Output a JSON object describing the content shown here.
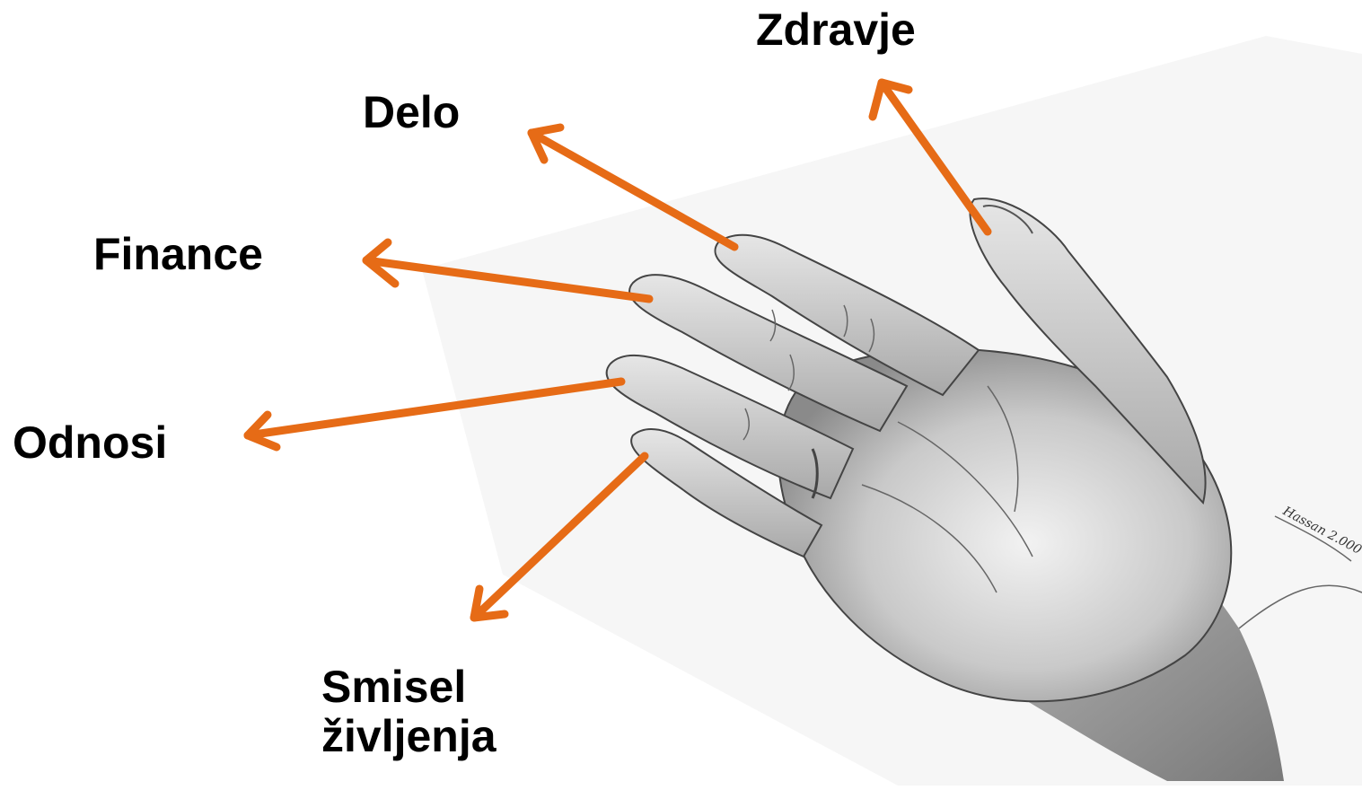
{
  "diagram": {
    "accent_color": "#e66b16",
    "illustration": "pencil-sketch-open-hand-palm",
    "signature": "Hassan 2.000",
    "labels": {
      "thumb": "Zdravje",
      "index": "Delo",
      "middle": "Finance",
      "ring": "Odnosi",
      "pinky_line1": "Smisel",
      "pinky_line2": "življenja"
    }
  }
}
